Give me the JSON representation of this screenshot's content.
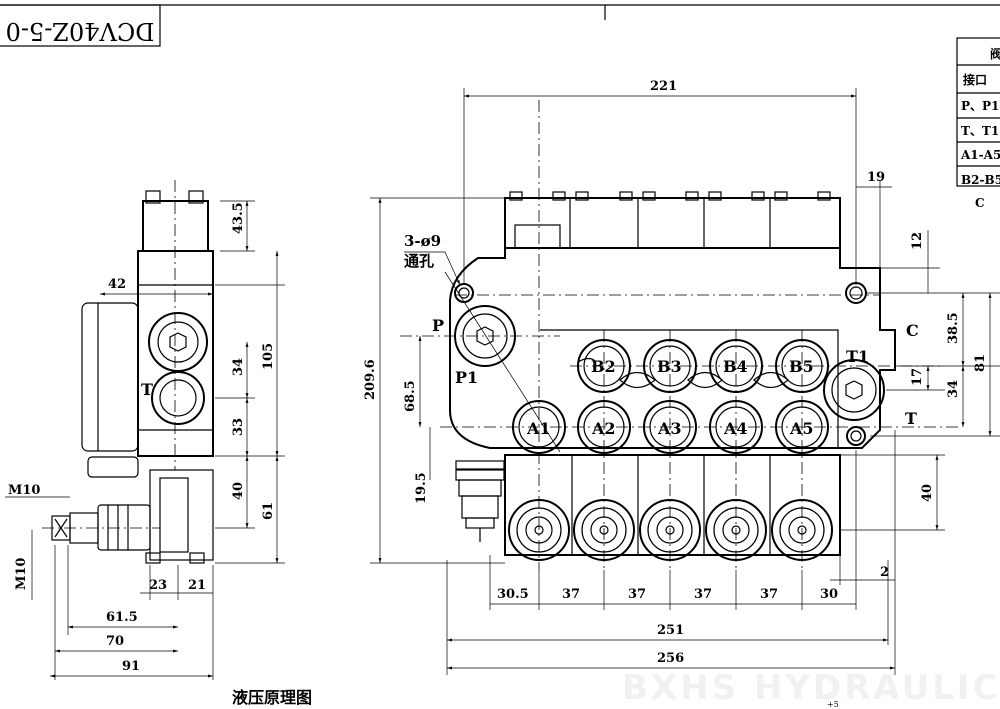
{
  "model_code": "DCV40Z-5-0",
  "caption": "液压原理图",
  "watermark": "BXHS HYDRAULIC",
  "corner_mark": "+5",
  "hole_note": {
    "line1": "3-ø9",
    "line2": "通孔"
  },
  "ports": {
    "P": "P",
    "P1": "P1",
    "T": "T",
    "T1": "T1",
    "C": "C",
    "A": [
      "A1",
      "A2",
      "A3",
      "A4",
      "A5"
    ],
    "B": [
      "B2",
      "B3",
      "B4",
      "B5"
    ]
  },
  "side_view_port_T": "T",
  "table": {
    "title_partial": "阀",
    "header": "接口",
    "rows": [
      "P、P1",
      "T、T1",
      "A1-A5",
      "B2-B5",
      "C"
    ]
  },
  "dimensions_front": {
    "overall_top": "221",
    "right_offset": "19",
    "total_height": "209.6",
    "top_gap": "12",
    "c_to_p": "38.5",
    "right_81": "81",
    "t1_17": "17",
    "t_34": "34",
    "p_height": "68.5",
    "a_height": "19.5",
    "lower_40": "40",
    "step_2": "2",
    "pitches": [
      "30.5",
      "37",
      "37",
      "37",
      "37",
      "30"
    ],
    "width_251": "251",
    "width_256": "256"
  },
  "dimensions_side": {
    "top_43_5": "43.5",
    "width_42": "42",
    "h_34": "34",
    "h_105": "105",
    "h_33": "33",
    "h_40": "40",
    "h_61": "61",
    "w_23": "23",
    "w_21": "21",
    "w_61_5": "61.5",
    "w_70": "70",
    "w_91": "91",
    "thread_m10_h": "M10",
    "thread_m10_v": "M10"
  }
}
